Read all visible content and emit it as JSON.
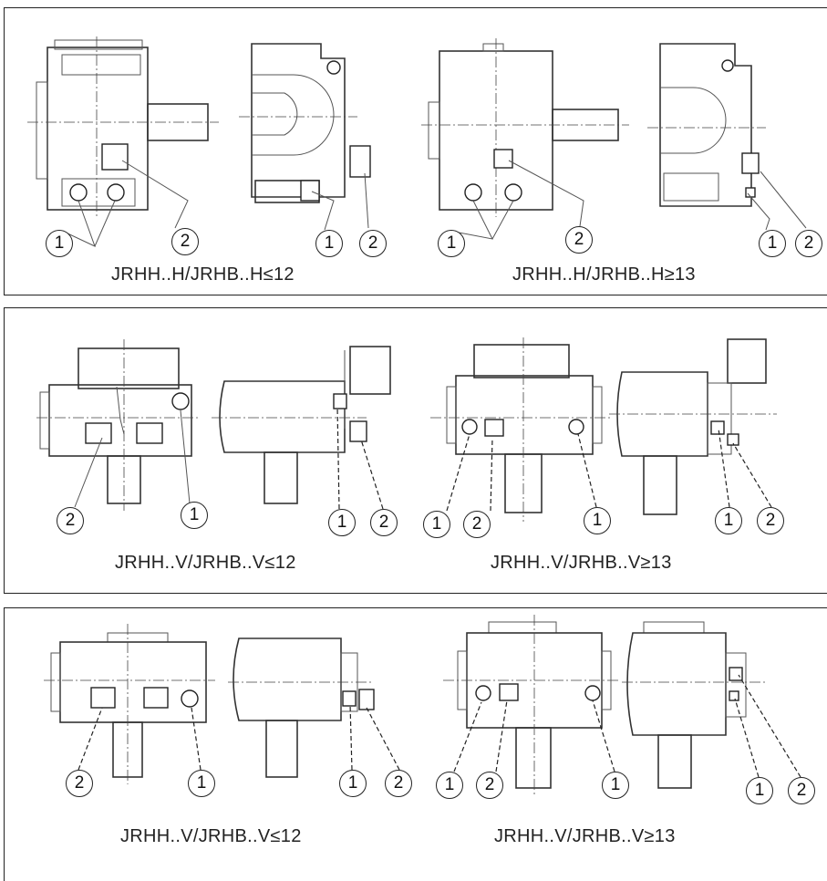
{
  "callouts": {
    "one": "1",
    "two": "2"
  },
  "panels": [
    {
      "captions": [
        "JRHH..H/JRHB..H≤12",
        "JRHH..H/JRHB..H≥13"
      ]
    },
    {
      "captions": [
        "JRHH..V/JRHB..V≤12",
        "JRHH..V/JRHB..V≥13"
      ]
    },
    {
      "captions": [
        "JRHH..V/JRHB..V≤12",
        "JRHH..V/JRHB..V≥13"
      ]
    }
  ]
}
